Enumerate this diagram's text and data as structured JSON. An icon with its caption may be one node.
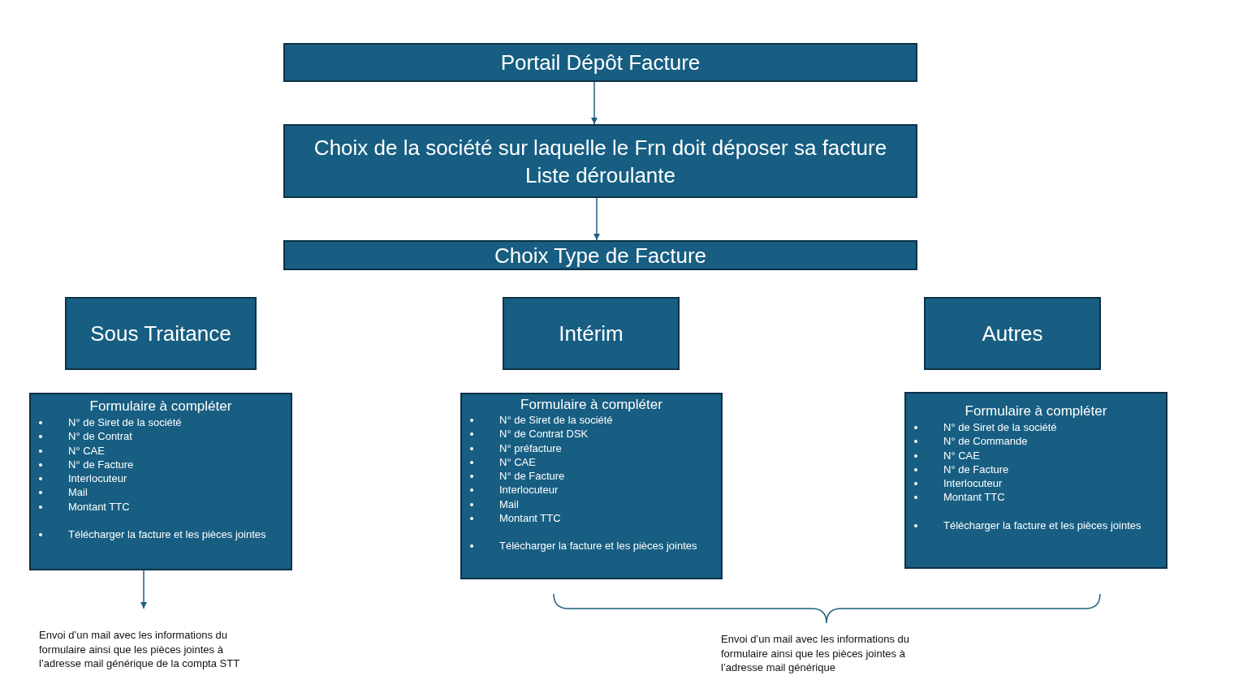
{
  "diagram": {
    "nodes": [
      {
        "text": [
          "Portail Dépôt Facture"
        ]
      },
      {
        "text": [
          "Choix de la société sur laquelle le Frn doit déposer sa facture",
          "Liste déroulante"
        ]
      },
      {
        "text": [
          "Choix Type de Facture"
        ]
      },
      {
        "text": [
          "Sous Traitance"
        ]
      },
      {
        "text": [
          "Intérim"
        ]
      },
      {
        "text": [
          "Autres"
        ]
      },
      {
        "text": [
          "Formulaire à compléter",
          "N° de Siret de la société",
          "N° de Contrat",
          "N° CAE",
          "N° de Facture",
          "Interlocuteur",
          "Mail",
          "Montant TTC",
          "Télécharger la facture et les pièces jointes"
        ]
      },
      {
        "text": [
          "Formulaire à compléter",
          "N° de Siret de la société",
          "N° de Contrat DSK",
          "N° préfacture",
          "N° CAE",
          "N° de Facture",
          "Interlocuteur",
          "Mail",
          "Montant TTC",
          "Télécharger la facture et les pièces jointes"
        ]
      },
      {
        "text": [
          "Formulaire à compléter",
          "N° de Siret de la société",
          "N° de Commande",
          "N° CAE",
          "N° de Facture",
          "Interlocuteur",
          "Montant TTC",
          "Télécharger la facture et les pièces jointes"
        ]
      },
      {
        "text": [
          "Envoi d’un mail avec les informations du formulaire ainsi que les pièces jointes à l’adresse mail générique de la compta STT"
        ]
      }
    ],
    "edges": [
      {
        "from": 0,
        "to": 1,
        "arrow": "to"
      },
      {
        "from": 1,
        "to": 2,
        "arrow": "to"
      },
      {
        "from": 6,
        "to": 9,
        "arrow": "to"
      }
    ],
    "labels": [
      "Envoi d’un mail avec les informations du formulaire ainsi que les pièces jointes à l’adresse mail générique"
    ]
  }
}
